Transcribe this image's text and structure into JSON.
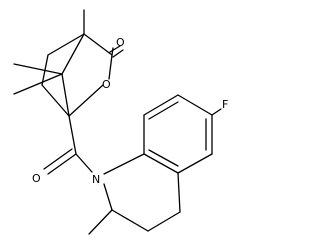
{
  "molecule": {
    "atoms": {
      "ketone_oxygen": "O",
      "ring_oxygen": "O",
      "amide_oxygen": "O",
      "nitrogen": "N",
      "fluorine": "F"
    }
  }
}
